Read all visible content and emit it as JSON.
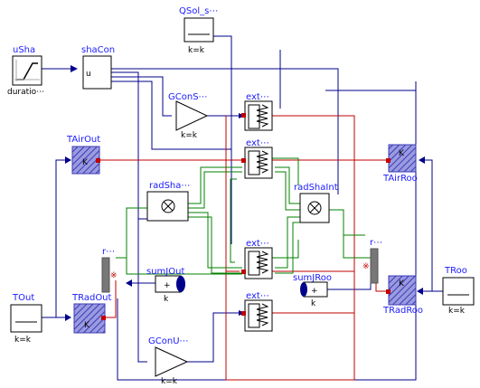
{
  "blocks": {
    "uSha": {
      "name": "uSha"
    },
    "shaCon": {
      "name": "shaCon",
      "port": "u"
    },
    "QSol": {
      "name": "QSol_s⋯",
      "param": "k=k"
    },
    "GConS": {
      "name": "GConS⋯",
      "param": "k=k"
    },
    "ext1": {
      "name": "ext⋯"
    },
    "ext2": {
      "name": "ext⋯"
    },
    "ext3": {
      "name": "ext⋯"
    },
    "ext4": {
      "name": "ext⋯"
    },
    "TAirOut": {
      "name": "TAirOut",
      "unit": "K"
    },
    "radSha": {
      "name": "radSha⋯"
    },
    "radShaInt": {
      "name": "radShaInt"
    },
    "TAirRoo": {
      "name": "TAirRoo",
      "unit": "K"
    },
    "rLeft": {
      "name": "r⋯"
    },
    "rRight": {
      "name": "r⋯"
    },
    "sumJOut": {
      "name": "sumJOut",
      "param": "k",
      "symbol": "+"
    },
    "sumJRoo": {
      "name": "sumJRoo",
      "param": "k",
      "symbol": "+"
    },
    "TOut": {
      "name": "TOut",
      "param": "k=k"
    },
    "TRadOut": {
      "name": "TRadOut",
      "unit": "K"
    },
    "TRoo": {
      "name": "TRoo",
      "param": "k=k"
    },
    "TRadRoo": {
      "name": "TRadRoo",
      "unit": "K"
    },
    "GConU": {
      "name": "GConU⋯",
      "param": "k=k"
    }
  },
  "extra_labels": {
    "uSha_param": "duratio⋯"
  },
  "colors": {
    "signal": "#00008b",
    "heat": "#c00000",
    "radiation": "#008000",
    "label": "#1a1aff",
    "hatch": "#3b3bb5"
  }
}
